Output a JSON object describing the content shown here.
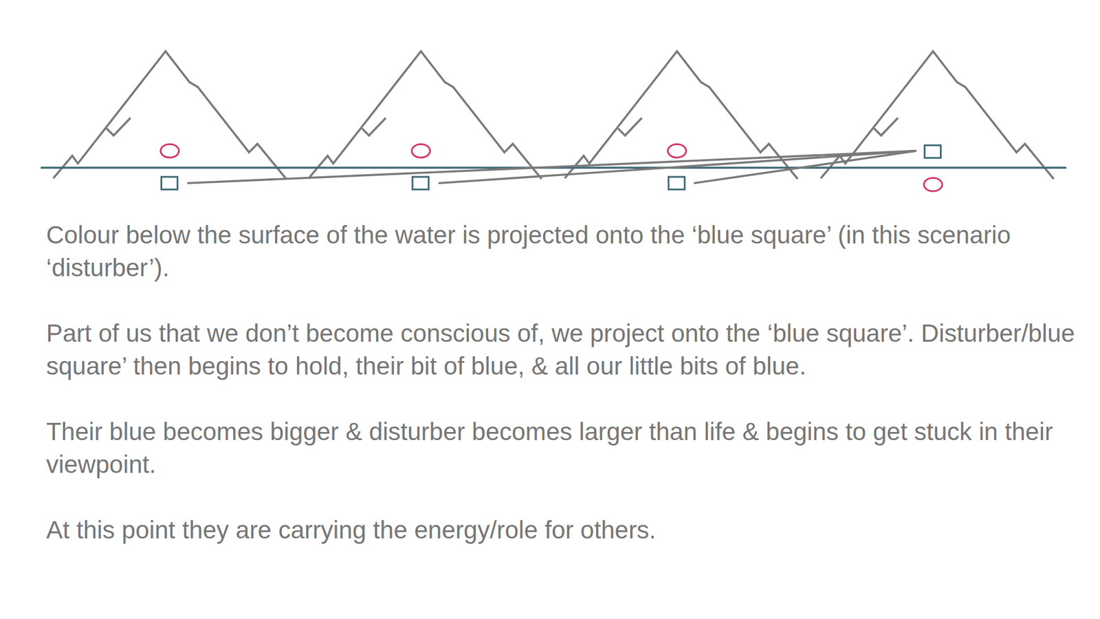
{
  "diagram": {
    "labels": [
      "Colour below the surface of the water is projected onto the ‘blue square’ (in this scenario ‘disturber’).",
      "Part of us that we don’t become conscious of, we project onto the ‘blue square’. Disturber/blue square’ then begins to hold, their bit of blue, & all our little bits of blue.",
      "Their blue becomes bigger & disturber becomes larger than life & begins to get stuck in their viewpoint.",
      "At this point they are carrying the energy/role for others."
    ]
  }
}
